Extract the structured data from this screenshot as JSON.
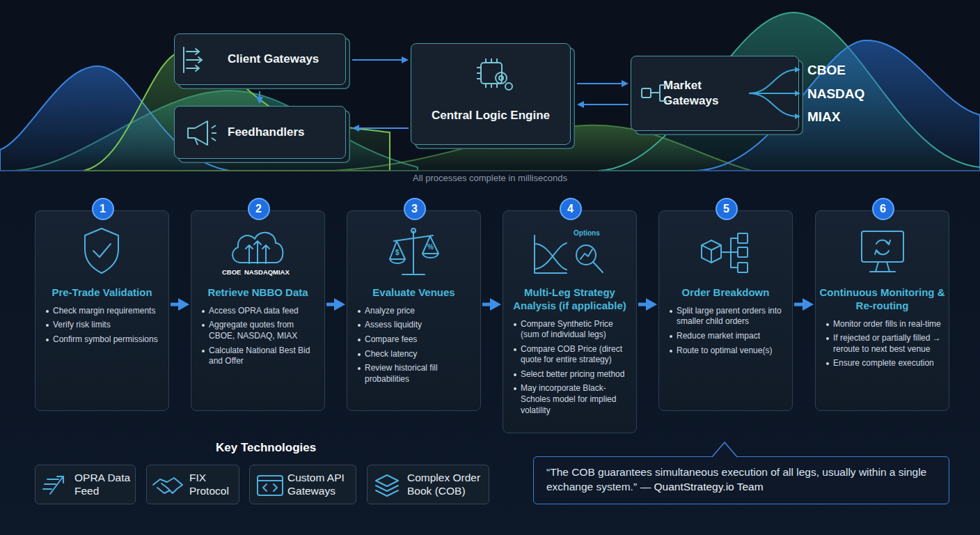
{
  "diagram": {
    "caption": "All processes complete in milliseconds",
    "nodes": [
      {
        "text": [
          "Client Gateways"
        ]
      },
      {
        "text": [
          "Feedhandlers"
        ]
      },
      {
        "text": [
          "Central Logic Engine"
        ]
      },
      {
        "text": [
          "Market Gateways"
        ]
      },
      {
        "text": [
          "Pre-Trade Validation",
          "Check margin requirements",
          "Verify risk limits",
          "Confirm symbol permissions"
        ]
      },
      {
        "text": [
          "1"
        ],
        "in": 4
      },
      {
        "text": [
          "CBOE",
          "NASDAQ",
          "MIAX",
          "Retrieve NBBO Data",
          "Access OPRA data feed",
          "Aggregate quotes from CBOE, NASDAQ, MIAX",
          "Calculate National Best Bid and Offer"
        ]
      },
      {
        "text": [
          "2"
        ],
        "in": 6
      },
      {
        "text": [
          "$",
          "%",
          "Evaluate Venues",
          "Analyze price",
          "Assess liquidity",
          "Compare fees",
          "Check latency",
          "Review historical fill probabilities"
        ]
      },
      {
        "text": [
          "3"
        ],
        "in": 8
      },
      {
        "text": [
          "Options",
          "Multi-Leg Strategy Analysis (if applicable)",
          "Compare Synthetic Price (sum of individual legs)",
          "Compare COB Price (direct quote for entire strategy)",
          "Select better pricing method",
          "May incorporate Black-Scholes model for implied volatility"
        ]
      },
      {
        "text": [
          "4"
        ],
        "in": 10
      },
      {
        "text": [
          "Order Breakdown",
          "Split large parent orders into smaller child orders",
          "Reduce market impact",
          "Route to optimal venue(s)"
        ]
      },
      {
        "text": [
          "5"
        ],
        "in": 12
      },
      {
        "text": [
          "Continuous Monitoring & Re-routing",
          "Monitor order fills in real-time",
          "If rejected or partially filled → reroute to next best venue",
          "Ensure complete execution"
        ]
      },
      {
        "text": [
          "6"
        ],
        "in": 14
      },
      {
        "text": [
          "OPRA Data Feed"
        ]
      },
      {
        "text": [
          "FIX Protocol"
        ]
      },
      {
        "text": [
          "Custom API Gateways"
        ]
      },
      {
        "text": [
          "Complex Order Book (COB)"
        ]
      },
      {
        "text": [
          "“The COB guarantees simultaneous execution of all legs, usually within a single exchange system.”",
          "— QuantStrategy.io Team"
        ]
      }
    ],
    "edges": [
      {
        "from": 0,
        "to": 2,
        "arrow": "to"
      },
      {
        "from": 0,
        "to": 1,
        "arrow": "to"
      },
      {
        "from": 2,
        "to": 1,
        "arrow": "to"
      },
      {
        "from": 2,
        "to": 3,
        "arrow": "to"
      },
      {
        "from": 3,
        "to": 2,
        "arrow": "to"
      },
      {
        "from": 4,
        "to": 6,
        "arrow": "to"
      },
      {
        "from": 6,
        "to": 8,
        "arrow": "to"
      },
      {
        "from": 8,
        "to": 10,
        "arrow": "to"
      },
      {
        "from": 10,
        "to": 12,
        "arrow": "to"
      },
      {
        "from": 12,
        "to": 14,
        "arrow": "to"
      }
    ],
    "labels": [
      "CBOE",
      "NASDAQ",
      "MIAX",
      "Key Technologies"
    ]
  }
}
